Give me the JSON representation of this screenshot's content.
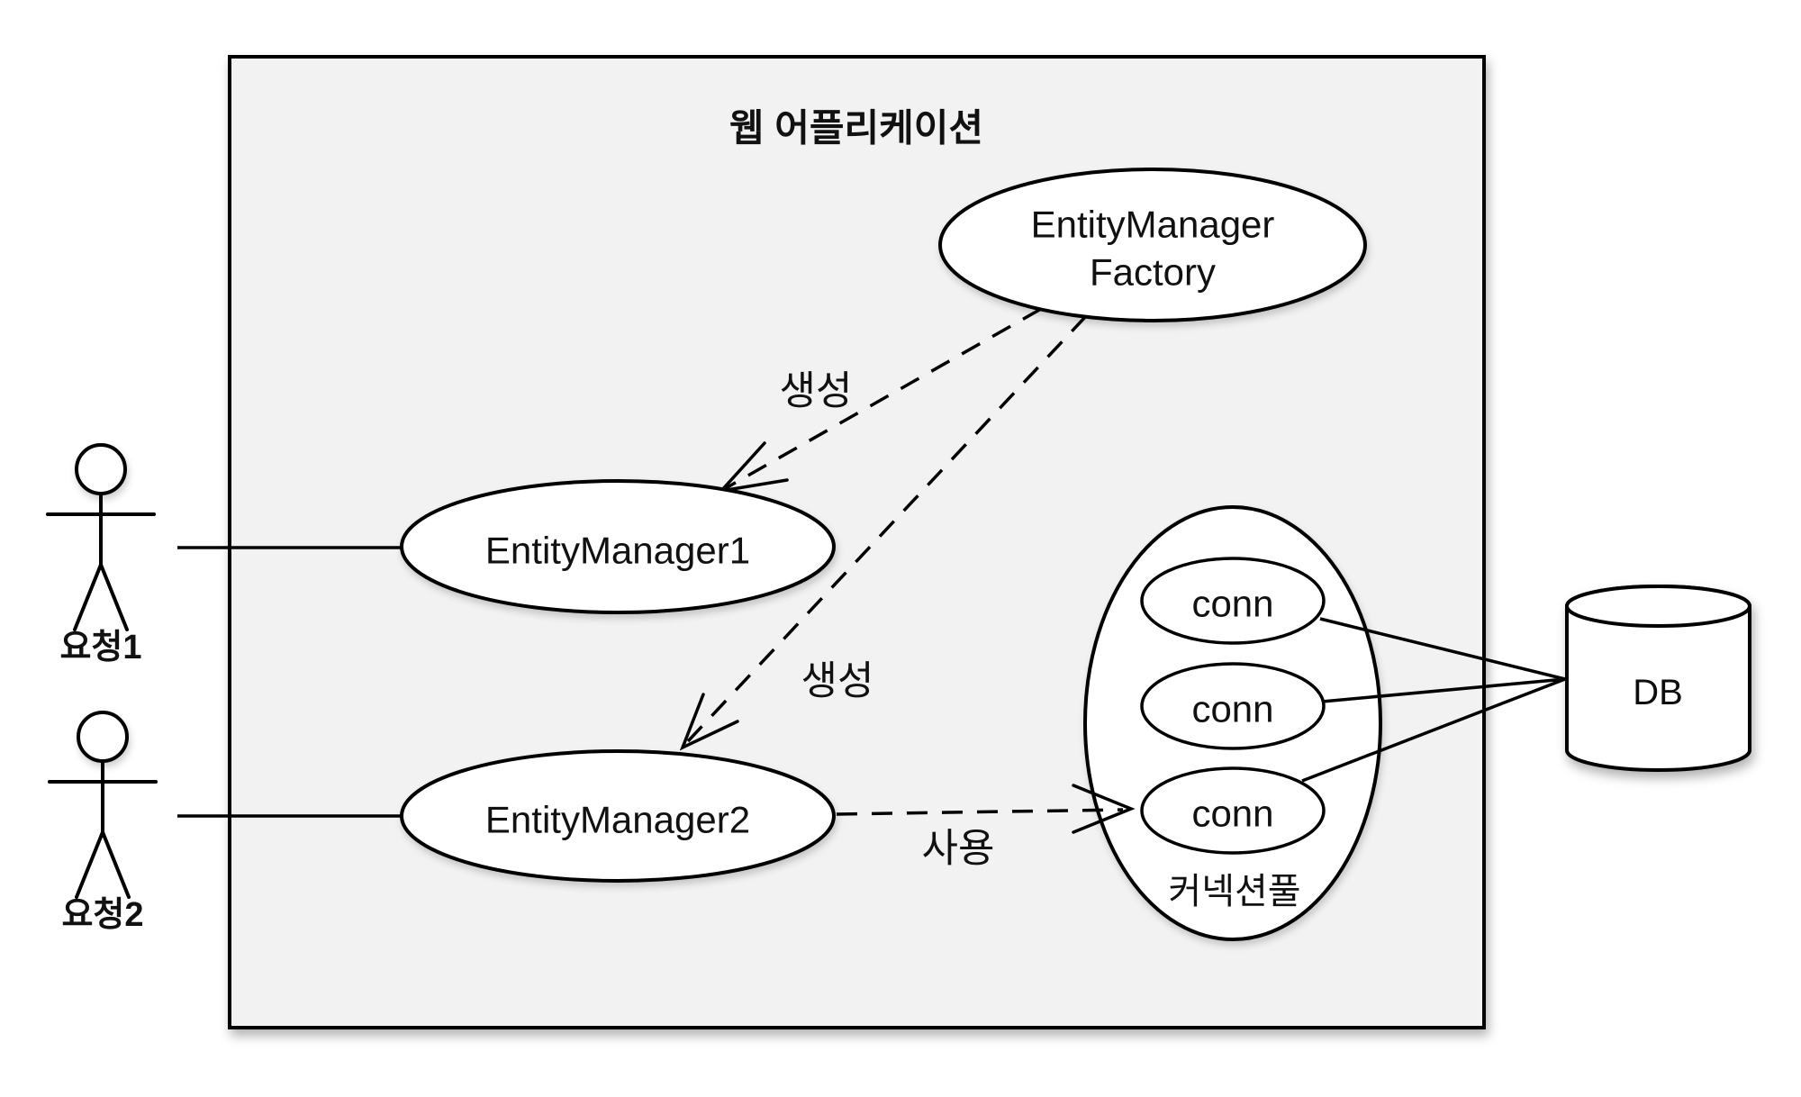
{
  "diagram": {
    "container": {
      "title": "웹 어플리케이션",
      "fill_color": "#f2f2f2",
      "border_color": "#000000"
    },
    "nodes": {
      "factory": {
        "label_line1": "EntityManager",
        "label_line2": "Factory"
      },
      "em1": {
        "label": "EntityManager1"
      },
      "em2": {
        "label": "EntityManager2"
      },
      "pool": {
        "label": "커넥션풀"
      },
      "connections": [
        {
          "label": "conn"
        },
        {
          "label": "conn"
        },
        {
          "label": "conn"
        }
      ],
      "db": {
        "label": "DB"
      }
    },
    "actors": [
      {
        "label": "요청1"
      },
      {
        "label": "요청2"
      }
    ],
    "edges": {
      "factory_to_em1": {
        "label": "생성",
        "type": "dashed-open-arrow"
      },
      "factory_to_em2": {
        "label": "생성",
        "type": "dashed-open-arrow"
      },
      "em2_to_conn3": {
        "label": "사용",
        "type": "dashed-open-arrow"
      },
      "actor1_to_em1": {
        "type": "solid-line"
      },
      "actor2_to_em2": {
        "type": "solid-line"
      },
      "conn1_to_db": {
        "type": "solid-line"
      },
      "conn2_to_db": {
        "type": "solid-line"
      },
      "conn3_to_db": {
        "type": "solid-line"
      }
    },
    "colors": {
      "shape_fill": "#ffffff",
      "stroke": "#000000",
      "text": "#111111"
    }
  }
}
